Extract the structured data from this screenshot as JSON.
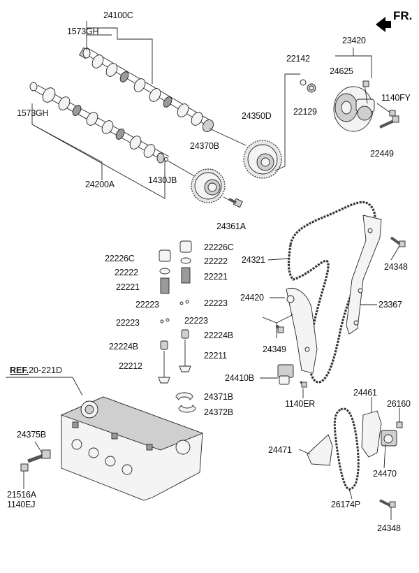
{
  "orientation": {
    "text": "FR.",
    "icon": "front-direction-arrow-icon"
  },
  "parts": {
    "p24100C": "24100C",
    "p1573GH_top": "1573GH",
    "p1573GH_left": "1573GH",
    "p24200A": "24200A",
    "p1430JB": "1430JB",
    "p24370B": "24370B",
    "p24361A": "24361A",
    "p24350D": "24350D",
    "p22142": "22142",
    "p22129": "22129",
    "p23420": "23420",
    "p24625": "24625",
    "p1140FY": "1140FY",
    "p22449": "22449",
    "p22226C_l": "22226C",
    "p22226C_r": "22226C",
    "p22222_l": "22222",
    "p22222_r": "22222",
    "p22221_l": "22221",
    "p22221_r": "22221",
    "p22223_a": "22223",
    "p22223_b": "22223",
    "p22223_c": "22223",
    "p22223_d": "22223",
    "p22224B_l": "22224B",
    "p22224B_r": "22224B",
    "p22212": "22212",
    "p22211": "22211",
    "p24371B": "24371B",
    "p24372B": "24372B",
    "p24321": "24321",
    "p24348_top": "24348",
    "p24420": "24420",
    "p23367": "23367",
    "p24349": "24349",
    "p24410B": "24410B",
    "p1140ER": "1140ER",
    "p24461": "24461",
    "p26160": "26160",
    "p24471": "24471",
    "p24470": "24470",
    "p26174P": "26174P",
    "p24348_bot": "24348",
    "p24375B": "24375B",
    "p21516A": "21516A",
    "p1140EJ": "1140EJ"
  },
  "reference": {
    "prefix": "REF.",
    "number": "20-221D"
  }
}
